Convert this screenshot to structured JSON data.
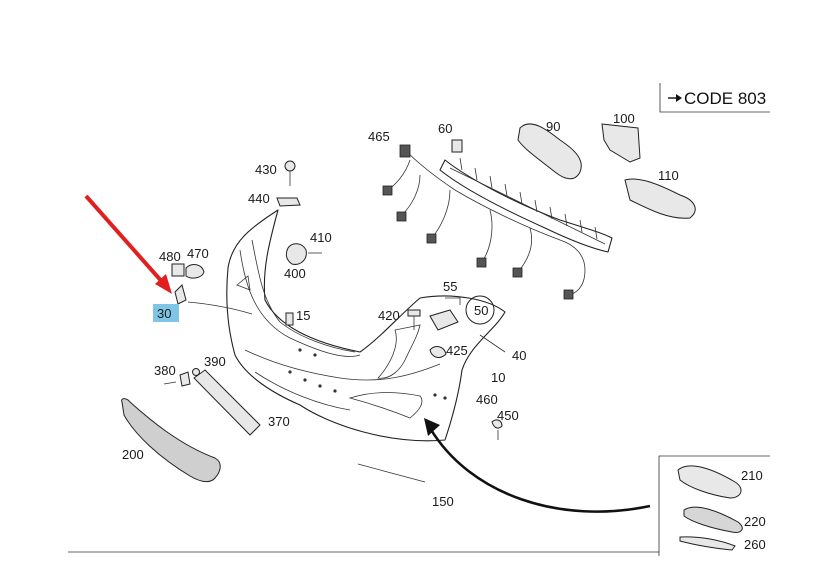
{
  "diagram": {
    "title_code": "CODE 803",
    "highlight_color": "#7fc6e6",
    "arrow_color": "#e02020",
    "highlighted_part": "30",
    "parts": {
      "p10": "10",
      "p15": "15",
      "p30": "30",
      "p40": "40",
      "p50": "50",
      "p55": "55",
      "p60": "60",
      "p90": "90",
      "p100": "100",
      "p110": "110",
      "p150": "150",
      "p200": "200",
      "p210": "210",
      "p220": "220",
      "p260": "260",
      "p370": "370",
      "p380": "380",
      "p390": "390",
      "p400": "400",
      "p410": "410",
      "p420": "420",
      "p425": "425",
      "p430": "430",
      "p440": "440",
      "p450": "450",
      "p460": "460",
      "p465": "465",
      "p470": "470",
      "p480": "480"
    }
  }
}
